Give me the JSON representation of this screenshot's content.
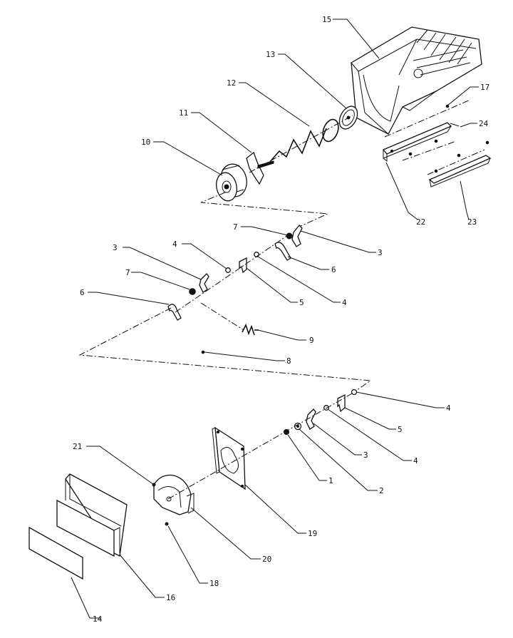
{
  "diagram": {
    "labels": {
      "l1": "1",
      "l2": "2",
      "l3a": "3",
      "l3b": "3",
      "l3c": "3",
      "l4a": "4",
      "l4b": "4",
      "l4c": "4",
      "l4d": "4",
      "l5a": "5",
      "l5b": "5",
      "l6a": "6",
      "l6b": "6",
      "l7a": "7",
      "l7b": "7",
      "l8": "8",
      "l9": "9",
      "l10": "10",
      "l11": "11",
      "l12": "12",
      "l13": "13",
      "l14": "14",
      "l15": "15",
      "l16": "16",
      "l17": "17",
      "l18": "18",
      "l19": "19",
      "l20": "20",
      "l21": "21",
      "l22": "22",
      "l23": "23",
      "l24": "24"
    }
  }
}
